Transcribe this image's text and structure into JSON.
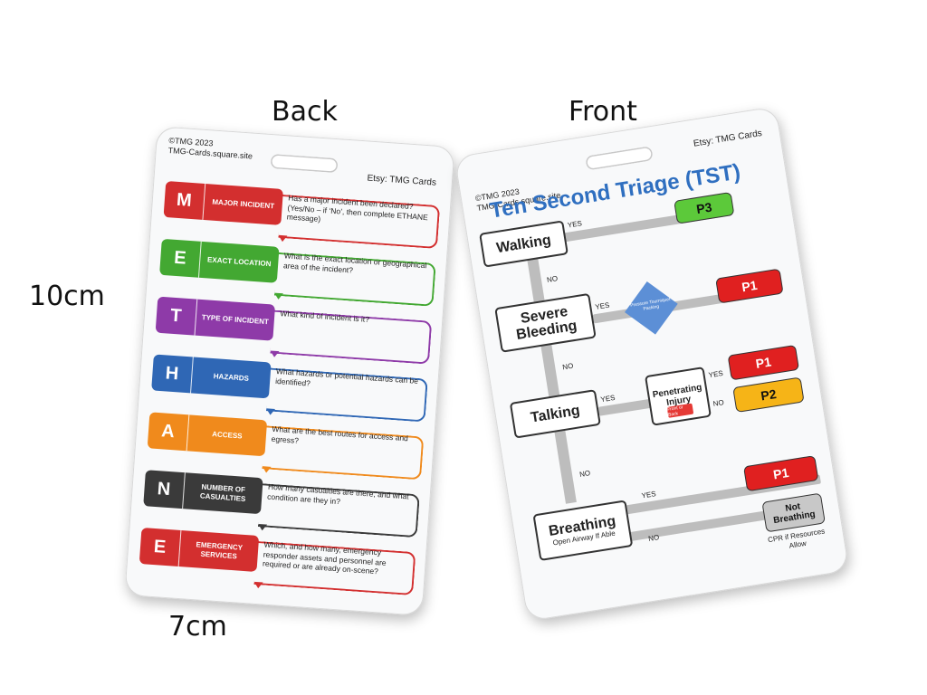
{
  "labels": {
    "back": "Back",
    "front": "Front",
    "height": "10cm",
    "width": "7cm"
  },
  "back_card": {
    "copyright": "©TMG 2023",
    "site": "TMG-Cards.square.site",
    "etsy": "Etsy: TMG Cards",
    "rows": [
      {
        "letter": "M",
        "word": "MAJOR INCIDENT",
        "question": "Has a major incident been declared? (Yes/No – if ‘No’, then complete ETHANE message)",
        "color": "#d32f2f"
      },
      {
        "letter": "E",
        "word": "EXACT LOCATION",
        "question": "What is the exact location or geographical area of the incident?",
        "color": "#43a832"
      },
      {
        "letter": "T",
        "word": "TYPE OF INCIDENT",
        "question": "What kind of incident is it?",
        "color": "#8e3aa8"
      },
      {
        "letter": "H",
        "word": "HAZARDS",
        "question": "What hazards or potential hazards can be identified?",
        "color": "#2f67b5"
      },
      {
        "letter": "A",
        "word": "ACCESS",
        "question": "What are the best routes for access and egress?",
        "color": "#f08a1c"
      },
      {
        "letter": "N",
        "word": "NUMBER OF CASUALTIES",
        "question": "How many casualties are there, and what condition are they in?",
        "color": "#3a3a3a"
      },
      {
        "letter": "E",
        "word": "EMERGENCY SERVICES",
        "question": "Which, and how many, emergency responder assets and personnel are required or are already on-scene?",
        "color": "#d32f2f"
      }
    ]
  },
  "front_card": {
    "copyright": "©TMG 2023",
    "site": "TMG-Cards.square.site",
    "etsy": "Etsy: TMG Cards",
    "title": "Ten Second Triage (TST)",
    "walking": "Walking",
    "severe_bleeding": "Severe Bleeding",
    "talking": "Talking",
    "breathing": "Breathing",
    "breathing_sub": "Open Airway If Able",
    "penetrating": "Penetrating Injury",
    "front_or_back": "Front or Back",
    "diamond_text": "Pressure Tourniquet Packing",
    "yes": "YES",
    "no": "NO",
    "p3": "P3",
    "p1": "P1",
    "p2": "P2",
    "not_breathing": "Not Breathing",
    "cpr": "CPR if Resources Allow",
    "colors": {
      "p3": "#5cc93a",
      "p1": "#e02020",
      "p2": "#f6b417",
      "nb": "#c8c8c8"
    }
  }
}
